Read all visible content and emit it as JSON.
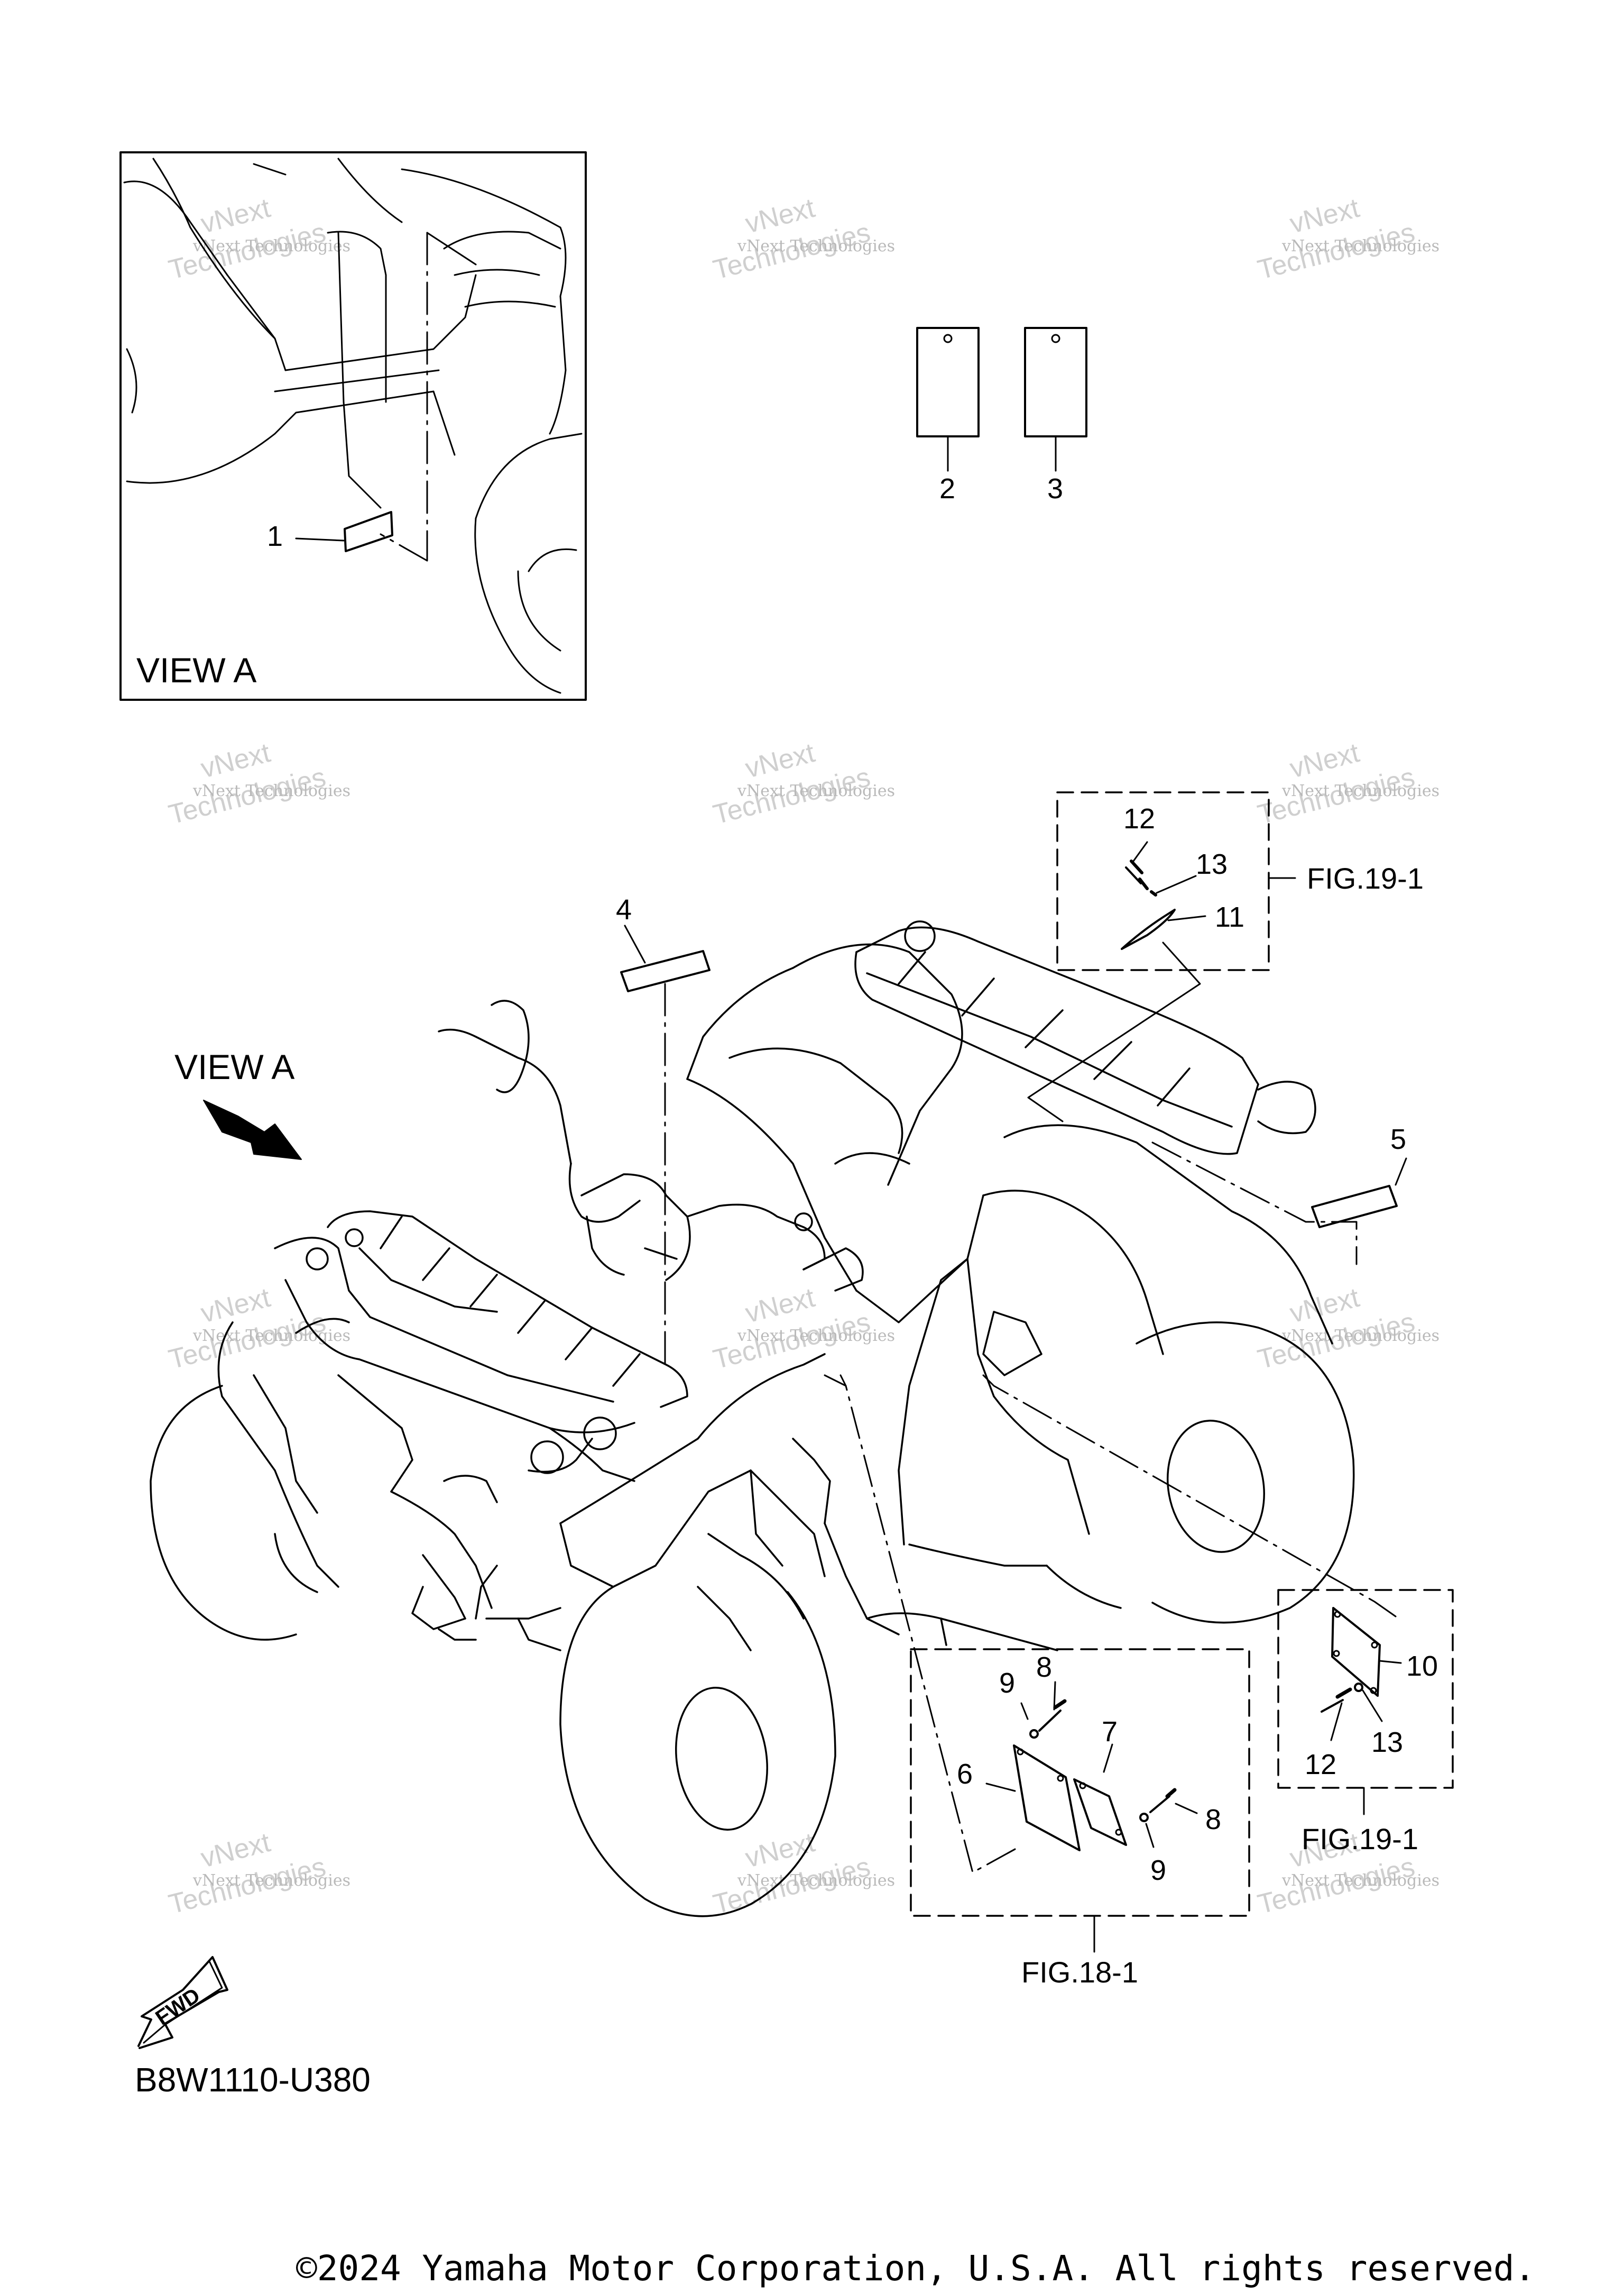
{
  "view_a_label": "VIEW A",
  "view_a_arrow_label": "VIEW A",
  "fig_19_1_top": "FIG.19-1",
  "fig_19_1_bottom": "FIG.19-1",
  "fig_18_1": "FIG.18-1",
  "diagram_code": "B8W1110-U380",
  "fwd_badge": "FWD",
  "watermark_small": "vNext Technologies",
  "watermark_big_top": "vNext",
  "watermark_big_bottom": "Technologies",
  "copyright": "©2024 Yamaha Motor Corporation, U.S.A. All rights reserved.",
  "callouts": {
    "c1": "1",
    "c2": "2",
    "c3": "3",
    "c4": "4",
    "c5": "5",
    "c6": "6",
    "c7": "7",
    "c8a": "8",
    "c8b": "8",
    "c9a": "9",
    "c9b": "9",
    "c10": "10",
    "c11": "11",
    "c12a": "12",
    "c12b": "12",
    "c13a": "13",
    "c13b": "13"
  },
  "icons": [
    "view-arrow-icon",
    "fwd-arrow-icon"
  ],
  "colors": {
    "line": "#000000",
    "watermark": "#b9b9b9"
  }
}
